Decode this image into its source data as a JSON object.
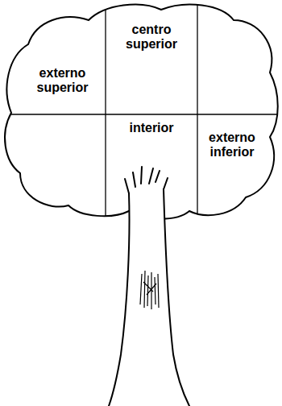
{
  "diagram": {
    "labels": [
      "externo superior",
      "centro superior",
      "interior",
      "externo inferior"
    ]
  }
}
